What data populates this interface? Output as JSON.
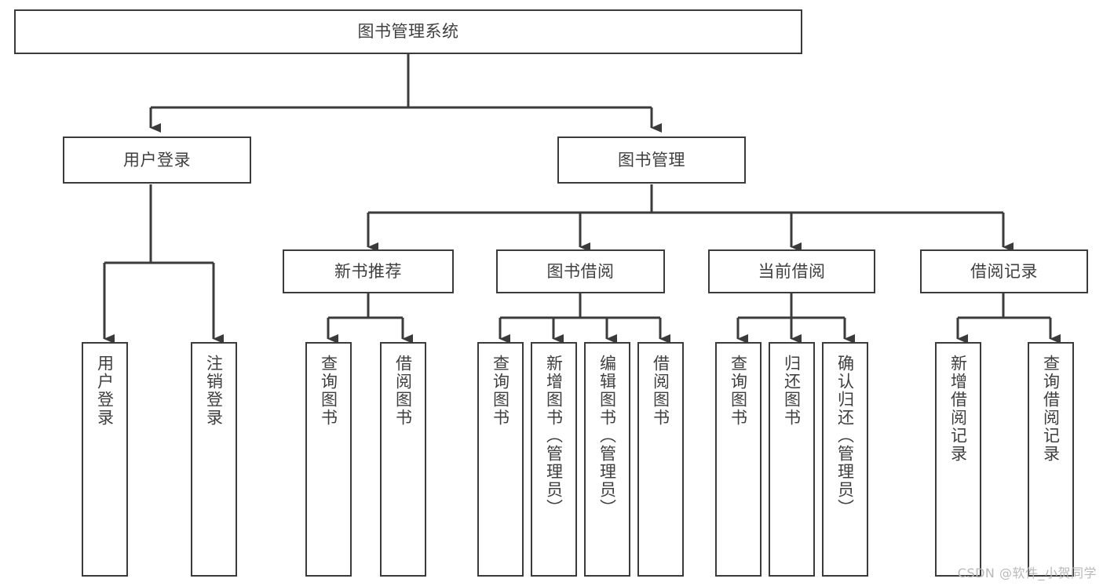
{
  "diagram": {
    "type": "tree",
    "title": "图书管理系统",
    "orientation": "top-down",
    "colors": {
      "box_border": "#3b3b3b",
      "box_fill": "#ffffff",
      "text": "#3f3f3f",
      "connector": "#3b3b3b",
      "background": "#ffffff",
      "watermark": "#b9b9b9"
    },
    "nodes": {
      "root": {
        "label": "图书管理系统"
      },
      "level2": [
        {
          "label": "用户登录"
        },
        {
          "label": "图书管理"
        }
      ],
      "level3": [
        {
          "label": "新书推荐"
        },
        {
          "label": "图书借阅"
        },
        {
          "label": "当前借阅"
        },
        {
          "label": "借阅记录"
        }
      ],
      "leaves": {
        "user_login": [
          {
            "label": "用户登录"
          },
          {
            "label": "注销登录"
          }
        ],
        "new_book_recommend": [
          {
            "label": "查询图书"
          },
          {
            "label": "借阅图书"
          }
        ],
        "book_borrow": [
          {
            "label": "查询图书"
          },
          {
            "label": "新增图书（管理员）"
          },
          {
            "label": "编辑图书（管理员）"
          },
          {
            "label": "借阅图书"
          }
        ],
        "current_borrow": [
          {
            "label": "查询图书"
          },
          {
            "label": "归还图书"
          },
          {
            "label": "确认归还（管理员）"
          }
        ],
        "borrow_record": [
          {
            "label": "新增借阅记录"
          },
          {
            "label": "查询借阅记录"
          }
        ]
      }
    }
  },
  "watermark": {
    "text": "CSDN @软件_小贺同学"
  }
}
